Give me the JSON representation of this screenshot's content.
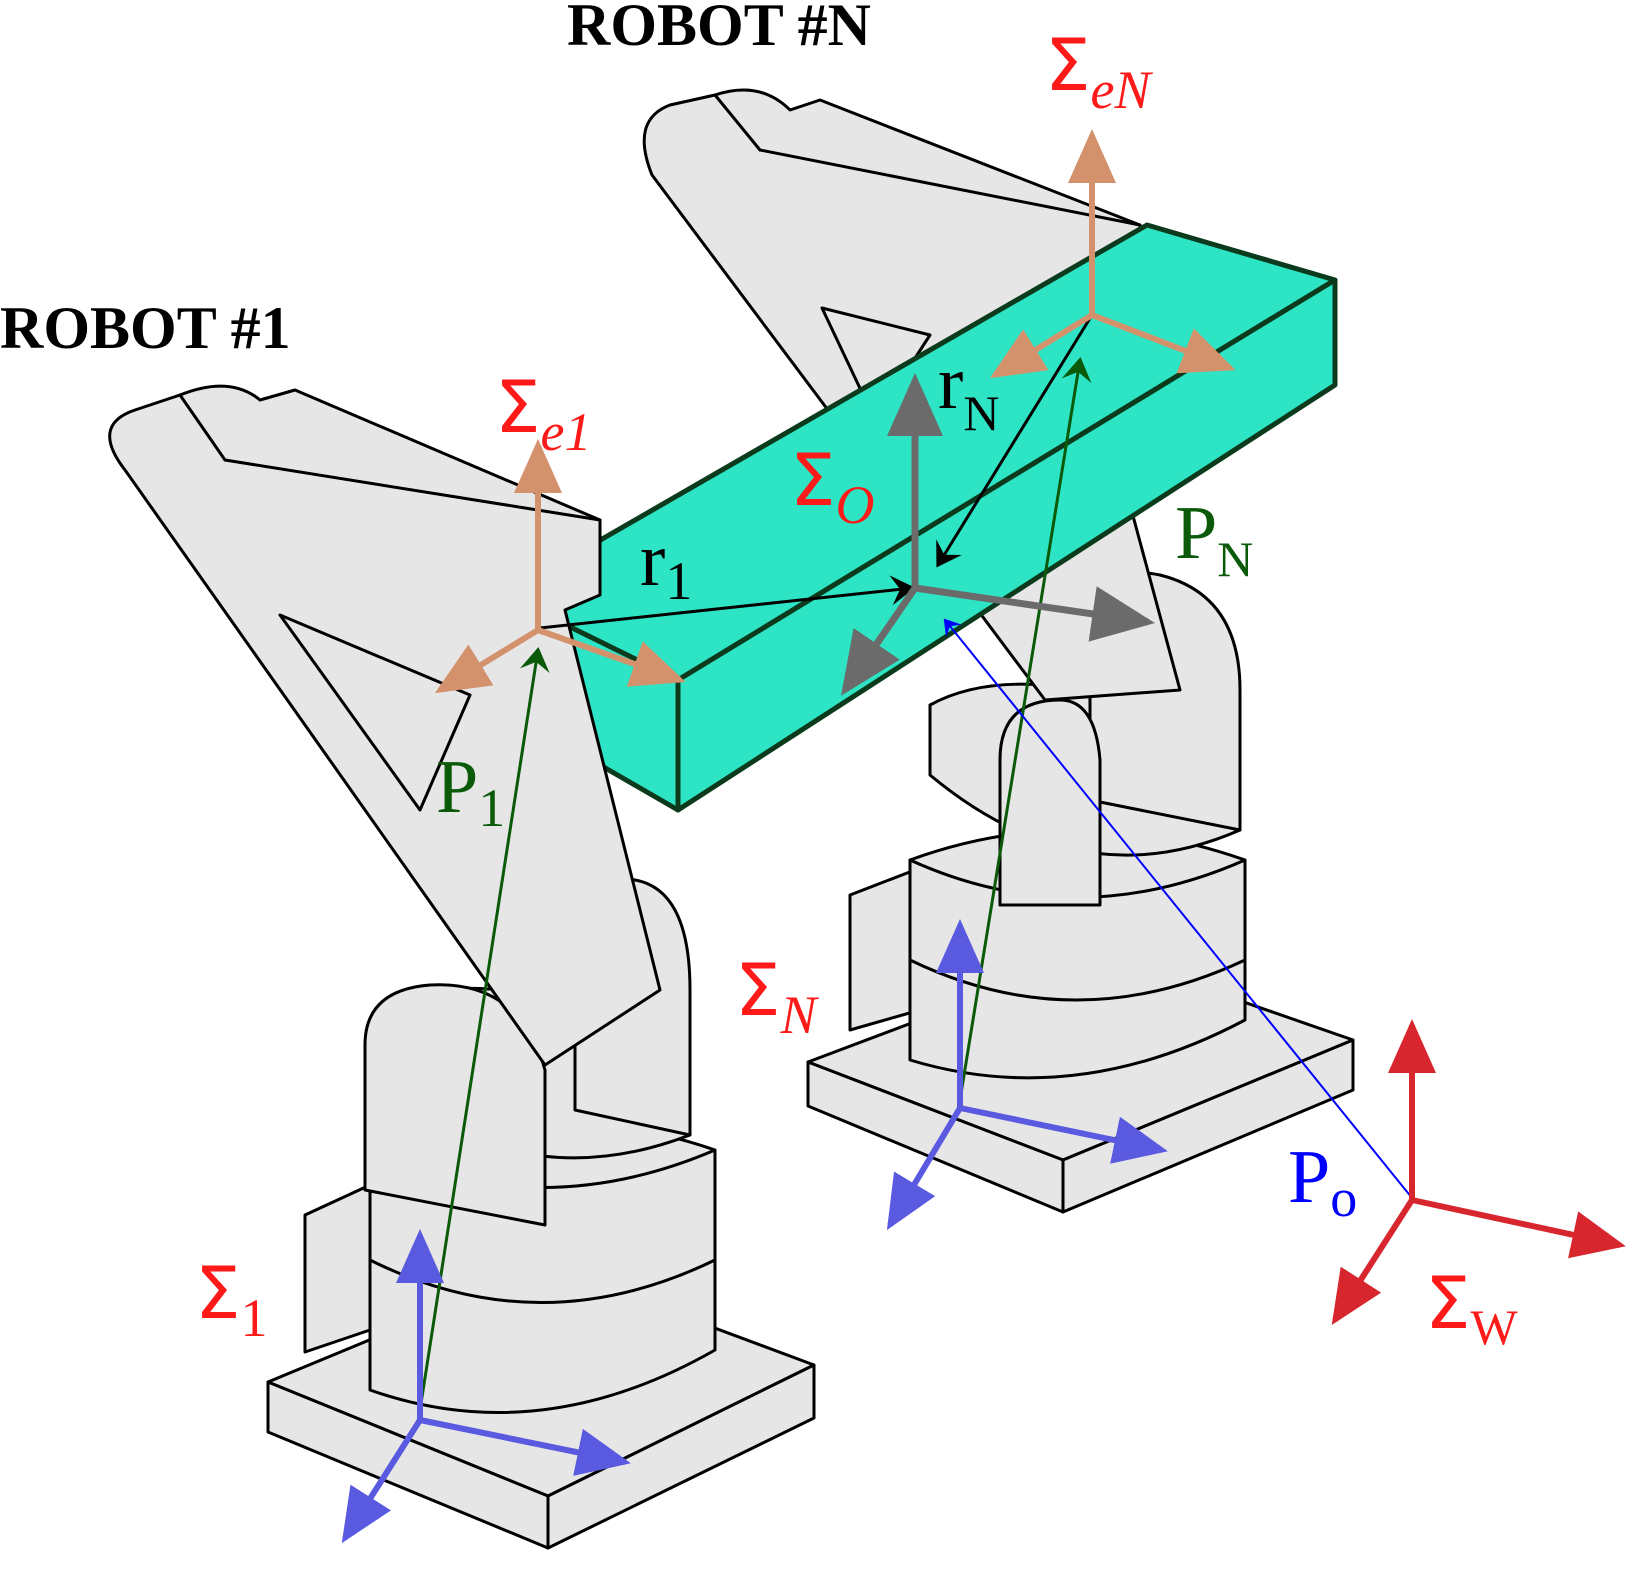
{
  "labels": {
    "robot_1": "ROBOT #1",
    "robot_n": "ROBOT #N",
    "sigma": "Σ",
    "frame_e1_sub": "e1",
    "frame_en_sub": "eN",
    "frame_o_sub": "O",
    "frame_1_sub": "1",
    "frame_n_sub": "N",
    "frame_w_sub": "W",
    "r_main": "r",
    "r1_sub": "1",
    "rn_sub": "N",
    "p_main": "P",
    "p1_sub": "1",
    "pn_sub": "N",
    "po_sub": "o"
  },
  "colors": {
    "frame_label": "#ff1a1a",
    "position_vector": "#0a5a0a",
    "object_position": "#0000ff",
    "end_effector_axes": "#d4926c",
    "base_axes": "#5a5ae0",
    "object_axes": "#6b6b6b",
    "world_axes": "#d8262e",
    "object_fill": "#2de5c5",
    "robot_fill": "#e6e6e6"
  }
}
